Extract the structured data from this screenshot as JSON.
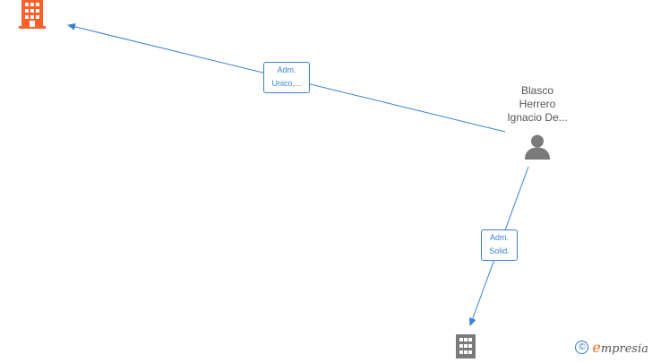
{
  "nodes": {
    "company_top": {
      "icon": "building-icon",
      "color": "#ff5f2a"
    },
    "company_bottom": {
      "icon": "building-icon",
      "color": "#7a7a7a"
    },
    "person": {
      "icon": "person-icon",
      "color": "#7a7a7a",
      "name_lines": [
        "Blasco",
        "Herrero",
        "Ignacio De..."
      ]
    }
  },
  "edges": [
    {
      "label_lines": [
        "Adm.",
        "Unico,..."
      ]
    },
    {
      "label_lines": [
        "Adm.",
        "Solid."
      ]
    }
  ],
  "colors": {
    "edge": "#3a7fd5"
  },
  "watermark": {
    "symbol": "©",
    "brand_initial": "e",
    "brand_rest": "mpresia"
  }
}
